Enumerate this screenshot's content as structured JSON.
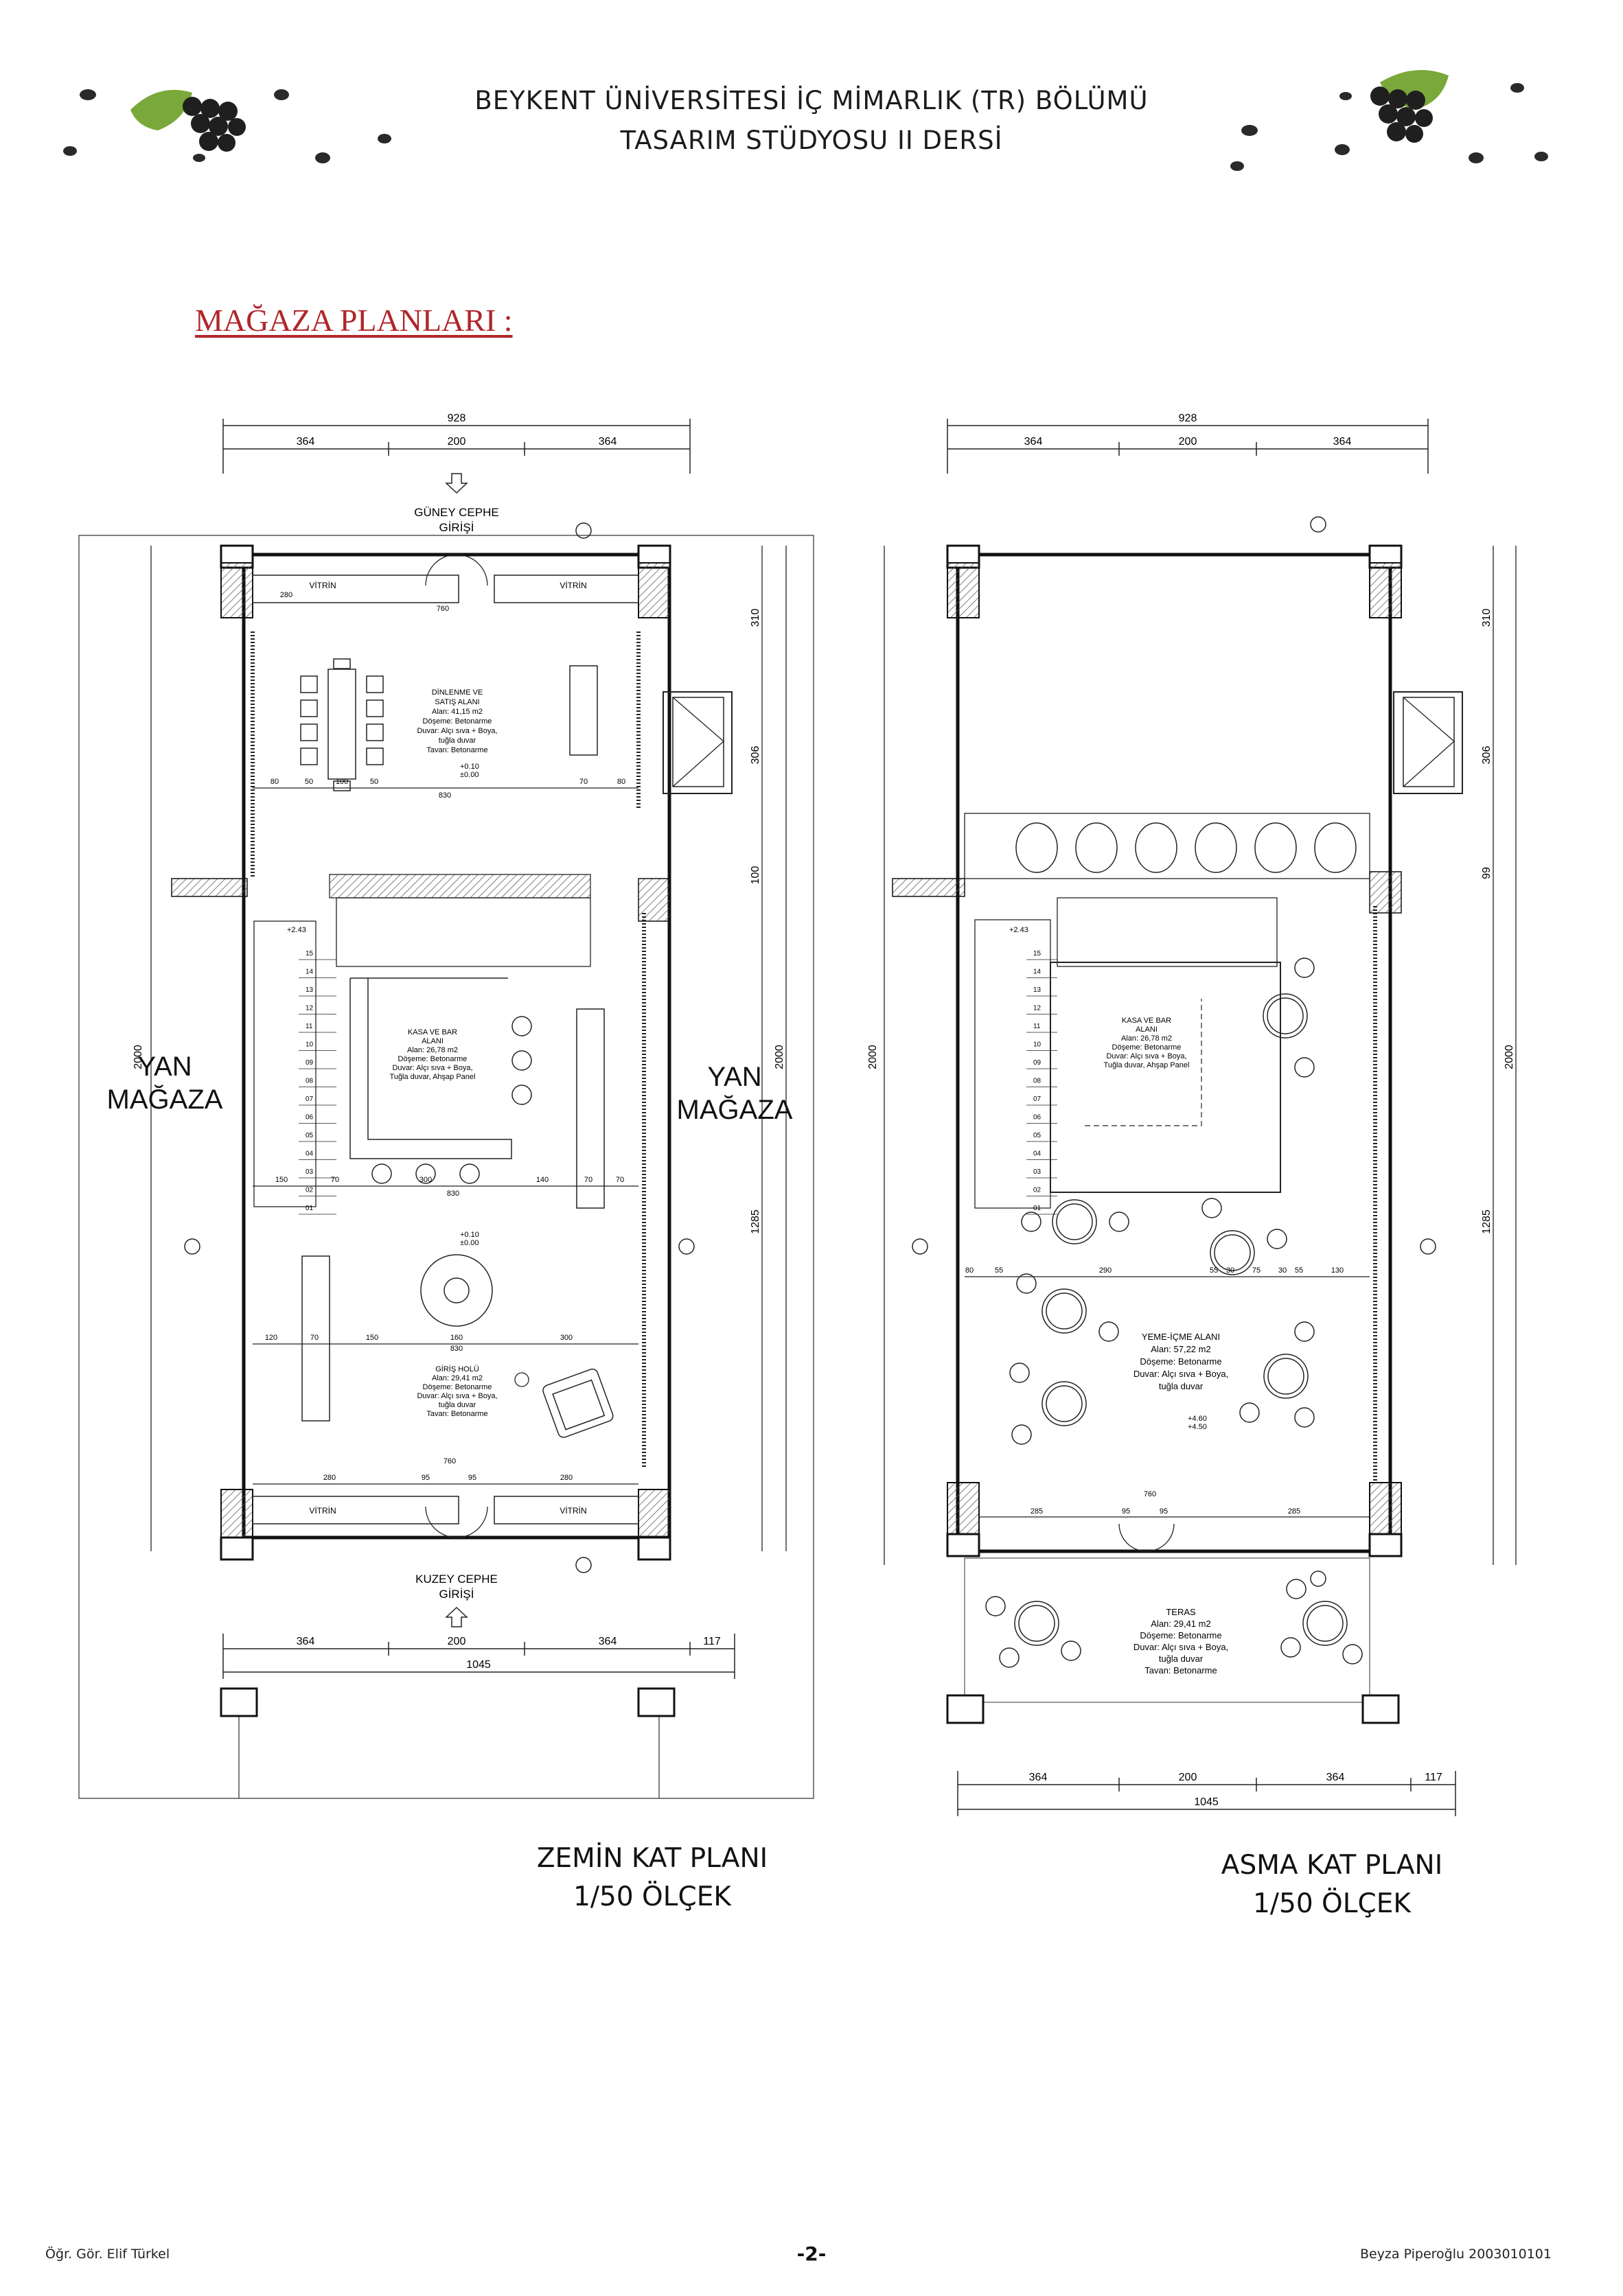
{
  "header": {
    "line1": "BEYKENT ÜNİVERSİTESİ İÇ MİMARLIK (TR) BÖLÜMÜ",
    "line2": "TASARIM STÜDYOSU II DERSİ"
  },
  "section_title": "MAĞAZA PLANLARI :",
  "ground": {
    "caption_line1": "ZEMİN KAT PLANI",
    "caption_line2": "1/50 ÖLÇEK",
    "dim_total_top": "928",
    "dim_top": [
      "364",
      "200",
      "364"
    ],
    "dim_total_bottom": "1045",
    "dim_bottom": [
      "364",
      "200",
      "364",
      "117"
    ],
    "entrance_south_1": "GÜNEY CEPHE",
    "entrance_south_2": "GİRİŞİ",
    "entrance_north_1": "KUZEY CEPHE",
    "entrance_north_2": "GİRİŞİ",
    "side_left_1": "YAN",
    "side_left_2": "MAĞAZA",
    "side_right_1": "YAN",
    "side_right_2": "MAĞAZA",
    "vitrin": "VİTRİN",
    "dim_left_total": "2000",
    "dim_right_total": "2000",
    "dim_right": [
      "310",
      "306",
      "100",
      "1285"
    ],
    "room1_name_1": "DİNLENME VE",
    "room1_name_2": "SATIŞ ALANI",
    "room1_area": "Alan: 41,15 m2",
    "room1_floor": "Döşeme: Betonarme",
    "room1_wall": "Duvar: Alçı sıva + Boya,",
    "room1_wall2": "tuğla duvar",
    "room1_ceiling": "Tavan: Betonarme",
    "room2_name_1": "KASA VE BAR",
    "room2_name_2": "ALANI",
    "room2_area": "Alan: 26,78 m2",
    "room2_floor": "Döşeme: Betonarme",
    "room2_wall": "Duvar: Alçı sıva + Boya,",
    "room2_wall2": "Tuğla duvar, Ahşap Panel",
    "room3_name": "GİRİŞ HOLÜ",
    "room3_area": "Alan: 29,41 m2",
    "room3_floor": "Döşeme: Betonarme",
    "room3_wall": "Duvar: Alçı sıva + Boya,",
    "room3_wall2": "tuğla duvar",
    "room3_ceiling": "Tavan: Betonarme",
    "level_1": "+0.10",
    "level_2": "±0.00",
    "level_stair": "+2.43",
    "row1": [
      "80",
      "50",
      "100",
      "50",
      "70",
      "80"
    ],
    "row1_total": "830",
    "row2": [
      "150",
      "70",
      "300",
      "140",
      "70",
      "70"
    ],
    "row2_total": "830",
    "row3": [
      "120",
      "70",
      "150",
      "160",
      "300"
    ],
    "row3_total": "830",
    "door_dims": [
      "280",
      "95",
      "95",
      "280"
    ],
    "door_total": "760"
  },
  "mezz": {
    "caption_line1": "ASMA KAT PLANI",
    "caption_line2": "1/50 ÖLÇEK",
    "dim_total_top": "928",
    "dim_top": [
      "364",
      "200",
      "364"
    ],
    "dim_total_bottom": "1045",
    "dim_bottom": [
      "364",
      "200",
      "364",
      "117"
    ],
    "dim_left_total": "2000",
    "dim_right_total": "2000",
    "dim_right": [
      "310",
      "306",
      "99",
      "1285"
    ],
    "room1_name_1": "KASA VE BAR",
    "room1_name_2": "ALANI",
    "room1_area": "Alan: 26,78 m2",
    "room1_floor": "Döşeme: Betonarme",
    "room1_wall": "Duvar: Alçı sıva + Boya,",
    "room1_wall2": "Tuğla duvar, Ahşap Panel",
    "room2_name": "YEME-İÇME ALANI",
    "room2_area": "Alan: 57,22 m2",
    "room2_floor": "Döşeme: Betonarme",
    "room2_wall": "Duvar: Alçı sıva + Boya,",
    "room2_wall2": "tuğla duvar",
    "room3_name": "TERAS",
    "room3_area": "Alan: 29,41 m2",
    "room3_floor": "Döşeme: Betonarme",
    "room3_wall": "Duvar: Alçı sıva + Boya,",
    "room3_wall2": "tuğla duvar",
    "room3_ceiling": "Tavan: Betonarme",
    "level_1": "+4.60",
    "level_2": "+4.50",
    "level_stair": "+2.43",
    "row1": [
      "80",
      "55",
      "290",
      "55",
      "30",
      "75",
      "30",
      "55",
      "130"
    ],
    "door_dims": [
      "285",
      "95",
      "95",
      "285"
    ],
    "door_total": "760"
  },
  "footer": {
    "left": "Öğr. Gör. Elif Türkel",
    "center": "-2-",
    "right": "Beyza Piperoğlu 2003010101"
  },
  "colors": {
    "title_red": "#b0262a",
    "line": "#222222",
    "hatch": "#555555"
  }
}
